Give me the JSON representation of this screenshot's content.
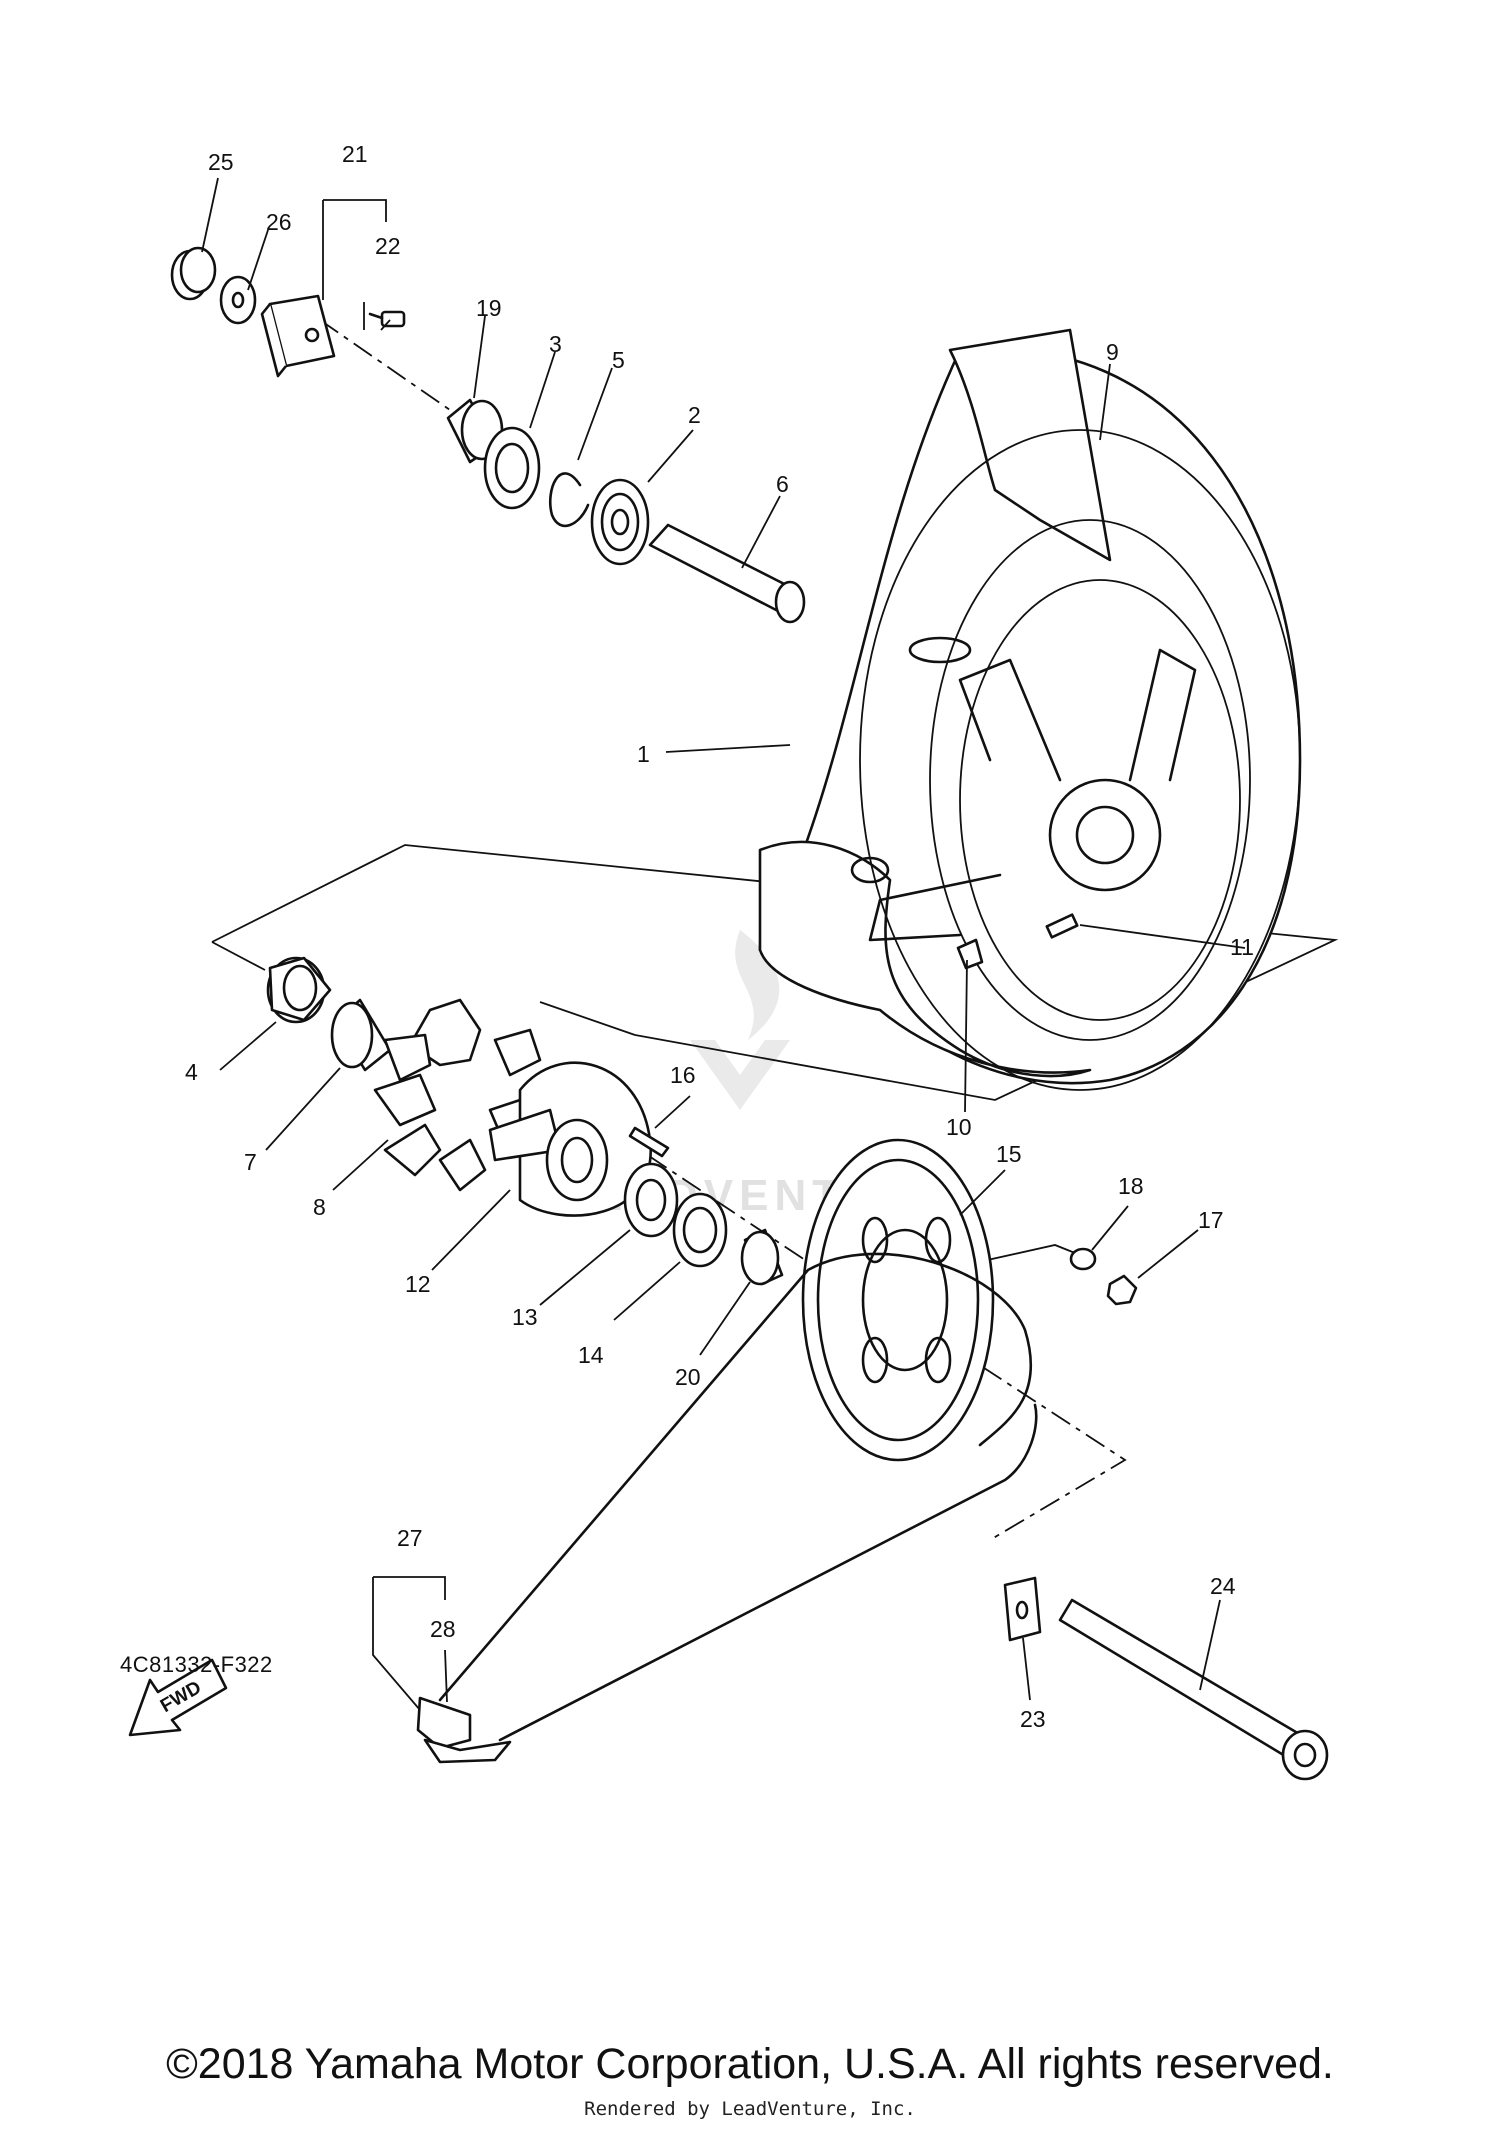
{
  "diagram": {
    "code": "4C81332-F322",
    "fwd_label": "FWD",
    "watermark": "LEADVENTURE",
    "callouts": [
      {
        "id": "c1",
        "text": "1"
      },
      {
        "id": "c2",
        "text": "2"
      },
      {
        "id": "c3",
        "text": "3"
      },
      {
        "id": "c4",
        "text": "4"
      },
      {
        "id": "c5",
        "text": "5"
      },
      {
        "id": "c6",
        "text": "6"
      },
      {
        "id": "c7",
        "text": "7"
      },
      {
        "id": "c8",
        "text": "8"
      },
      {
        "id": "c9",
        "text": "9"
      },
      {
        "id": "c10",
        "text": "10"
      },
      {
        "id": "c11",
        "text": "11"
      },
      {
        "id": "c12",
        "text": "12"
      },
      {
        "id": "c13",
        "text": "13"
      },
      {
        "id": "c14",
        "text": "14"
      },
      {
        "id": "c15",
        "text": "15"
      },
      {
        "id": "c16",
        "text": "16"
      },
      {
        "id": "c17",
        "text": "17"
      },
      {
        "id": "c18",
        "text": "18"
      },
      {
        "id": "c19",
        "text": "19"
      },
      {
        "id": "c20",
        "text": "20"
      },
      {
        "id": "c21",
        "text": "21"
      },
      {
        "id": "c22",
        "text": "22"
      },
      {
        "id": "c23",
        "text": "23"
      },
      {
        "id": "c24",
        "text": "24"
      },
      {
        "id": "c25",
        "text": "25"
      },
      {
        "id": "c26",
        "text": "26"
      },
      {
        "id": "c27",
        "text": "27"
      },
      {
        "id": "c28",
        "text": "28"
      }
    ]
  },
  "footer": {
    "copyright": "©2018 Yamaha Motor Corporation, U.S.A. All rights reserved.",
    "rendered_by": "Rendered by LeadVenture, Inc."
  }
}
